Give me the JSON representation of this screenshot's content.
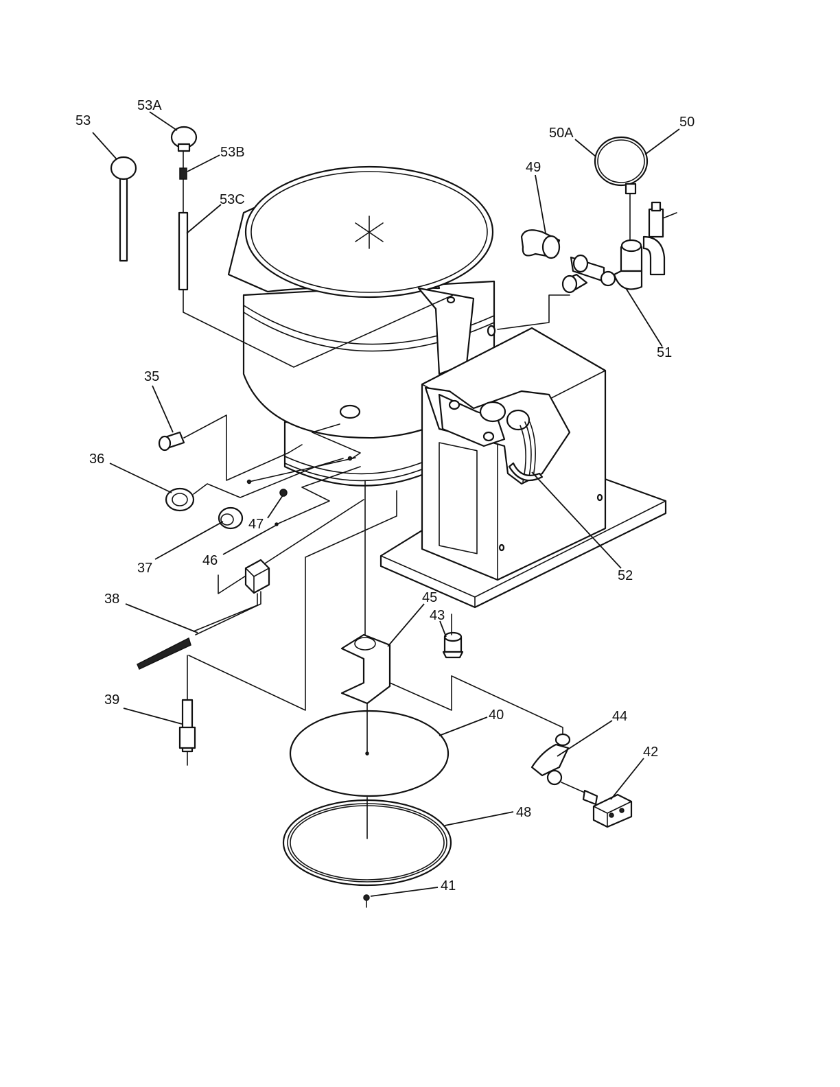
{
  "diagram": {
    "type": "exploded-parts-diagram",
    "colors": {
      "line": "#111111",
      "background": "#ffffff"
    },
    "callouts": [
      {
        "id": "c53",
        "label": "53"
      },
      {
        "id": "c53a",
        "label": "53A"
      },
      {
        "id": "c53b",
        "label": "53B"
      },
      {
        "id": "c53c",
        "label": "53C"
      },
      {
        "id": "c50a",
        "label": "50A"
      },
      {
        "id": "c50",
        "label": "50"
      },
      {
        "id": "c49",
        "label": "49"
      },
      {
        "id": "c51",
        "label": "51"
      },
      {
        "id": "c35",
        "label": "35"
      },
      {
        "id": "c36",
        "label": "36"
      },
      {
        "id": "c47",
        "label": "47"
      },
      {
        "id": "c37",
        "label": "37"
      },
      {
        "id": "c46",
        "label": "46"
      },
      {
        "id": "c52",
        "label": "52"
      },
      {
        "id": "c38",
        "label": "38"
      },
      {
        "id": "c45",
        "label": "45"
      },
      {
        "id": "c43",
        "label": "43"
      },
      {
        "id": "c39",
        "label": "39"
      },
      {
        "id": "c40",
        "label": "40"
      },
      {
        "id": "c44",
        "label": "44"
      },
      {
        "id": "c42",
        "label": "42"
      },
      {
        "id": "c48",
        "label": "48"
      },
      {
        "id": "c41",
        "label": "41"
      }
    ]
  }
}
